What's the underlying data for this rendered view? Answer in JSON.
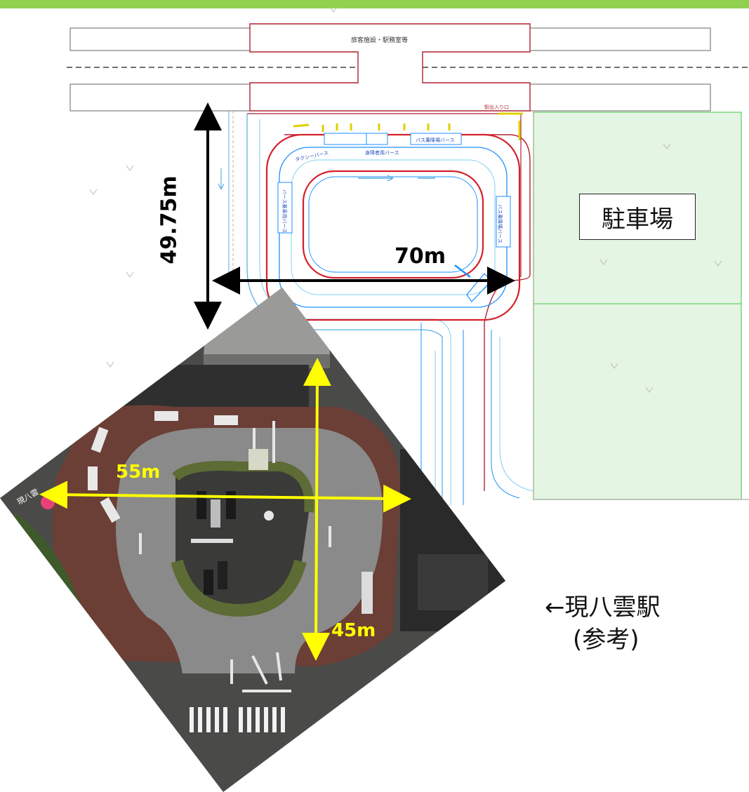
{
  "building_label": "旅客施設・駅務室等",
  "entrance_label": "駅出入り口",
  "bays": {
    "taxi": "タクシーバース",
    "disabled": "身障者用バース",
    "bus_boarding": "バス乗降場バース",
    "bus_left": "バース乗車用バース",
    "bus_right": "バス乗降場バース"
  },
  "dimensions": {
    "height": "49.75m",
    "width": "70m",
    "current_width": "55m",
    "current_height": "45m"
  },
  "parking_label": "駐車場",
  "current_station": {
    "line1": "←現八雲駅",
    "line2": "(参考)"
  },
  "colors": {
    "top_bar": "#92d050",
    "parking_fill": "#e4f5e4",
    "road_outline": "#d4202a",
    "lane_lines": "#1e90ff",
    "dimension_yellow": "#ffff00"
  }
}
